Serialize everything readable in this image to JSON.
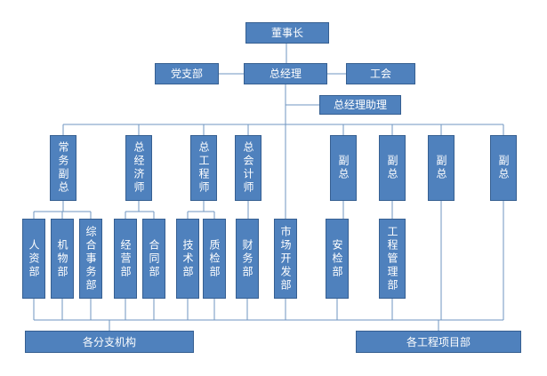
{
  "colors": {
    "box_fill": "#4F81BD",
    "box_border": "#365F91",
    "line": "#6F95C1",
    "text": "#FFFFFF",
    "background": "#FFFFFF"
  },
  "nodes": {
    "chairman": "董事长",
    "party_branch": "党支部",
    "general_manager": "总经理",
    "labor_union": "工会",
    "gm_assistant": "总经理助理",
    "executives": [
      "常务副总",
      "总经济师",
      "总工程师",
      "总会计师",
      "副总",
      "副总",
      "副总",
      "副总"
    ],
    "departments": [
      "人资部",
      "机物部",
      "综合事务部",
      "经营部",
      "合同部",
      "技术部",
      "质检部",
      "财务部",
      "市场开发部",
      "安检部",
      "工程管理部"
    ],
    "bottom_units": [
      "各分支机构",
      "各工程项目部"
    ]
  }
}
